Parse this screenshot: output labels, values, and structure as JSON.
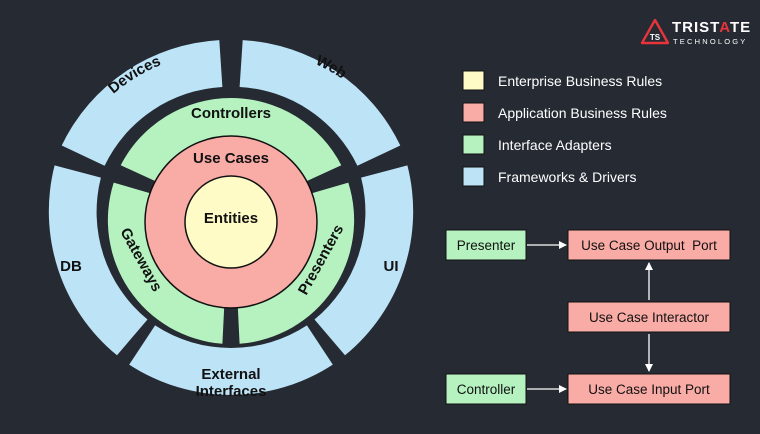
{
  "brand": {
    "logo_mark": "TS",
    "name_part1": "TRIST",
    "name_part2": "A",
    "name_part3": "TE",
    "tagline": "TECHNOLOGY",
    "accent_color": "#e8343a"
  },
  "colors": {
    "background": "#252a33",
    "enterprise": "#fffbc6",
    "application": "#f9aba5",
    "adapters": "#b5f2bf",
    "frameworks": "#bde3f7"
  },
  "diagram": {
    "center_label": "Entities",
    "use_cases_label": "Use Cases",
    "adapters": {
      "controllers": "Controllers",
      "gateways": "Gateways",
      "presenters": "Presenters"
    },
    "frameworks": {
      "devices": "Devices",
      "web": "Web",
      "db": "DB",
      "ui": "UI",
      "external_line1": "External",
      "external_line2": "Interfaces"
    }
  },
  "legend": [
    {
      "label": "Enterprise Business Rules",
      "color": "#fffbc6"
    },
    {
      "label": "Application Business Rules",
      "color": "#f9aba5"
    },
    {
      "label": "Interface Adapters",
      "color": "#b5f2bf"
    },
    {
      "label": "Frameworks & Drivers",
      "color": "#bde3f7"
    }
  ],
  "flow": {
    "presenter": "Presenter",
    "output_port": "Use Case Output  Port",
    "interactor": "Use Case Interactor",
    "controller": "Controller",
    "input_port": "Use Case Input Port"
  }
}
